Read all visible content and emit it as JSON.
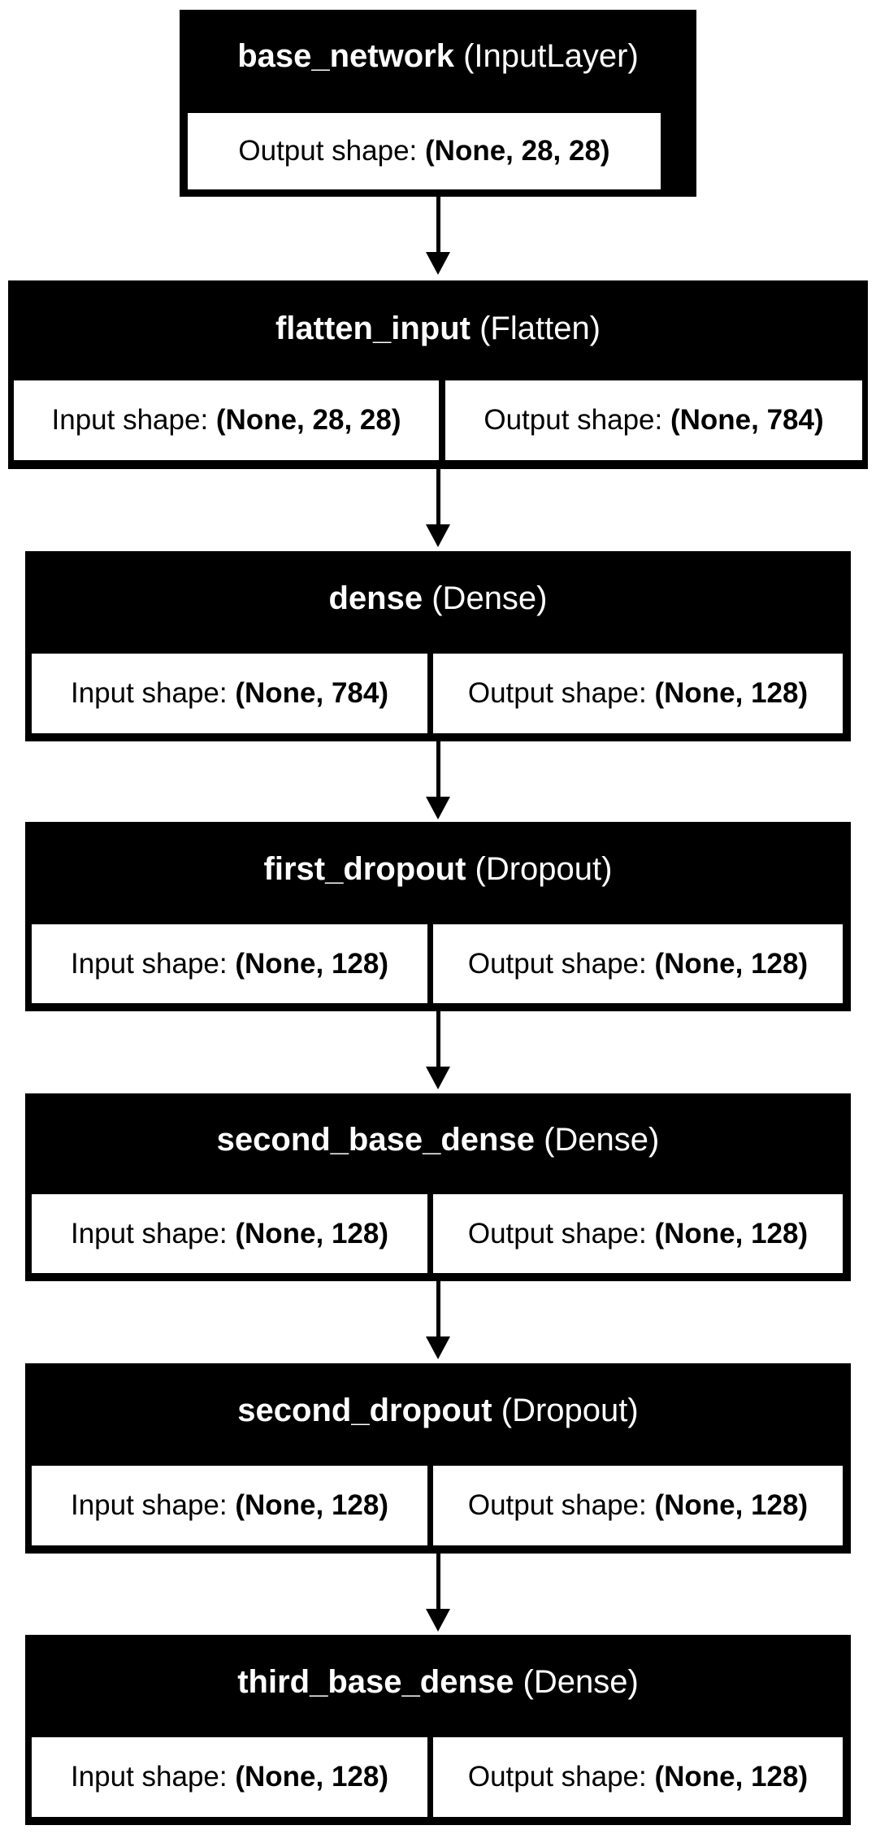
{
  "layers": [
    {
      "name": "base_network",
      "type": "(InputLayer)",
      "output_label": "Output shape:",
      "output_value": "(None, 28, 28)"
    },
    {
      "name": "flatten_input",
      "type": "(Flatten)",
      "input_label": "Input shape:",
      "input_value": "(None, 28, 28)",
      "output_label": "Output shape:",
      "output_value": "(None, 784)"
    },
    {
      "name": "dense",
      "type": "(Dense)",
      "input_label": "Input shape:",
      "input_value": "(None, 784)",
      "output_label": "Output shape:",
      "output_value": "(None, 128)"
    },
    {
      "name": "first_dropout",
      "type": "(Dropout)",
      "input_label": "Input shape:",
      "input_value": "(None, 128)",
      "output_label": "Output shape:",
      "output_value": "(None, 128)"
    },
    {
      "name": "second_base_dense",
      "type": "(Dense)",
      "input_label": "Input shape:",
      "input_value": "(None, 128)",
      "output_label": "Output shape:",
      "output_value": "(None, 128)"
    },
    {
      "name": "second_dropout",
      "type": "(Dropout)",
      "input_label": "Input shape:",
      "input_value": "(None, 128)",
      "output_label": "Output shape:",
      "output_value": "(None, 128)"
    },
    {
      "name": "third_base_dense",
      "type": "(Dense)",
      "input_label": "Input shape:",
      "input_value": "(None, 128)",
      "output_label": "Output shape:",
      "output_value": "(None, 128)"
    }
  ],
  "colors": {
    "box_fill": "#000000",
    "header_text": "#ffffff",
    "cell_fill": "#ffffff",
    "arrow": "#000000"
  }
}
